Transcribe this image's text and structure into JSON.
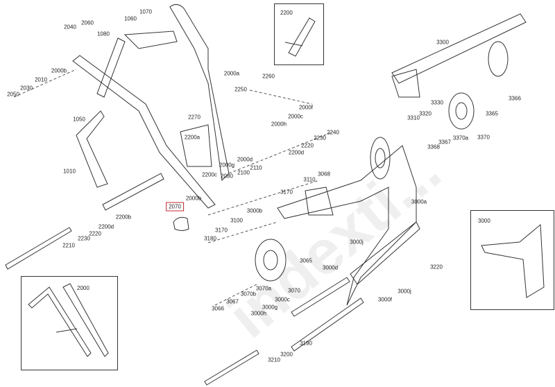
{
  "diagram": {
    "highlight_color": "#c0282d",
    "highlighted_part": "2070",
    "watermark": "indexti...",
    "insets": [
      {
        "label": "2200"
      },
      {
        "label": "3000"
      },
      {
        "label": "2000"
      }
    ],
    "labels": [
      "1070",
      "1060",
      "2060",
      "2040",
      "1080",
      "2000b",
      "2010",
      "2030",
      "2050",
      "2000a",
      "2260",
      "2250",
      "2000f",
      "2000c",
      "2000h",
      "2270",
      "2240",
      "2230",
      "2200a",
      "2220",
      "2200d",
      "2000d",
      "2000g",
      "2200c",
      "2110",
      "2100",
      "2080",
      "1050",
      "1010",
      "3110",
      "3068",
      "3170",
      "3000a",
      "2000b",
      "2070",
      "2200b",
      "3000b",
      "2200d",
      "2220",
      "3170",
      "3100",
      "3180",
      "2230",
      "2210",
      "3000j",
      "3065",
      "3220",
      "3000d",
      "3070a",
      "3070",
      "3070b",
      "3000j",
      "3067",
      "3000f",
      "3000c",
      "3066",
      "3000g",
      "3000h",
      "3190",
      "3200",
      "3210",
      "3300",
      "3366",
      "3330",
      "3320",
      "3365",
      "3310",
      "3370a",
      "3370",
      "3367",
      "3368"
    ]
  }
}
